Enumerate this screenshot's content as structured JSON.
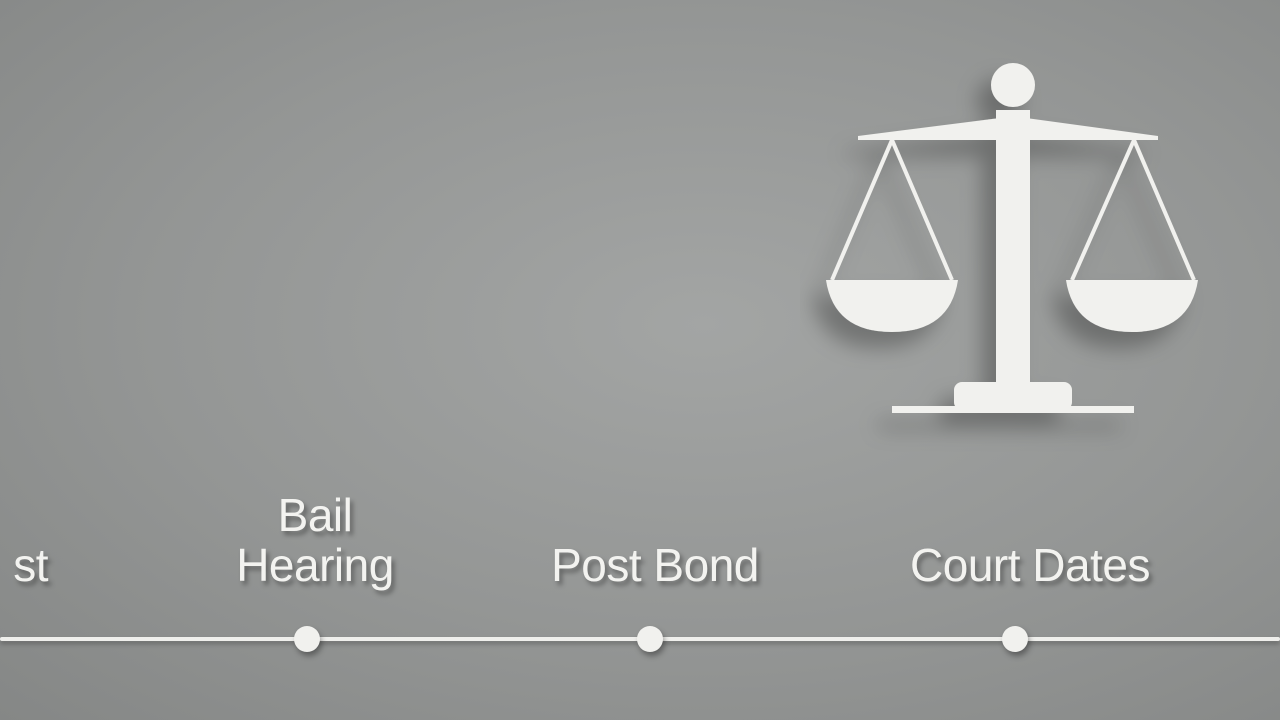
{
  "timeline": {
    "steps": [
      {
        "label": "st"
      },
      {
        "label": "Bail\nHearing"
      },
      {
        "label": "Post Bond"
      },
      {
        "label": "Court Dates"
      }
    ]
  },
  "illustration": {
    "icon": "scales-of-justice-icon",
    "color": "#f1f1ee",
    "background": "#979998"
  }
}
